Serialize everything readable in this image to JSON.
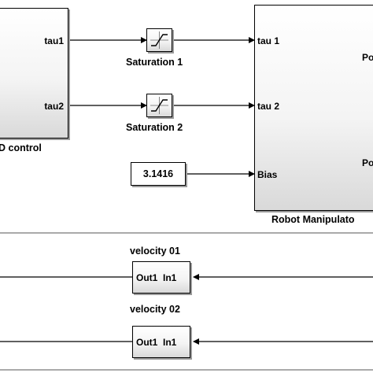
{
  "pd_block": {
    "label": "D control",
    "out_port_1": "tau1",
    "out_port_2": "tau2"
  },
  "saturation_1": {
    "label": "Saturation 1",
    "icon": "saturation-icon"
  },
  "saturation_2": {
    "label": "Saturation 2",
    "icon": "saturation-icon"
  },
  "constant": {
    "value": "3.1416"
  },
  "robot_block": {
    "label": "Robot Manipulato",
    "in_port_1": "tau 1",
    "in_port_2": "tau 2",
    "in_port_3": "Bias",
    "out_port_1": "Po",
    "out_port_2": "Po"
  },
  "velocity_1": {
    "label": "velocity 01",
    "ports": "Out1  In1"
  },
  "velocity_2": {
    "label": "velocity 02",
    "ports": "Out1  In1"
  },
  "colors": {
    "line": "#000000",
    "block_top": "#ffffff",
    "block_bottom": "#d9d9d9",
    "shadow": "#9a9a9a"
  }
}
